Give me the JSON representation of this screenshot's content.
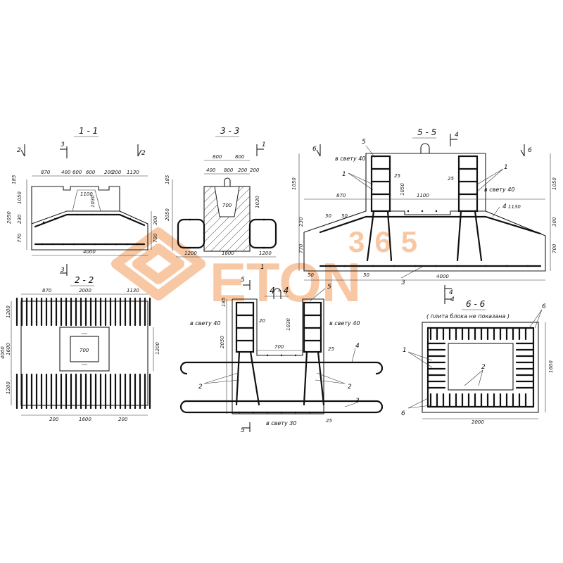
{
  "colors": {
    "ink": "#1c1c1c",
    "watermark": "#f39c5a"
  },
  "watermark": {
    "brand": "ETON",
    "digits": "365"
  },
  "sections": {
    "s11": {
      "title": "1 - 1",
      "arrow_left": "2",
      "arrow_right": "2",
      "arrow_top": "3",
      "arrow_bottom": "3",
      "top_dims": [
        "870",
        "400",
        "600",
        "600",
        "200",
        "200",
        "1130"
      ],
      "inner": [
        "1100",
        "1030"
      ],
      "left_dims": [
        "185",
        "1050",
        "2050",
        "230",
        "770"
      ],
      "right_dims": [
        "300",
        "700"
      ],
      "bottom": "4000"
    },
    "s33": {
      "title": "3 - 3",
      "arrow": "1",
      "top_dims": [
        "800",
        "800"
      ],
      "second_dims": [
        "400",
        "800",
        "200",
        "200"
      ],
      "inner": [
        "700",
        "1030"
      ],
      "left_dims": [
        "185",
        "2050"
      ],
      "bottom_dims": [
        "1200",
        "1600",
        "1200"
      ],
      "below_arrow": "1"
    },
    "s55": {
      "title": "5 - 5",
      "arrow_left": "6",
      "arrow_right": "6",
      "arrow_top": "4",
      "arrow_bottom": "4",
      "labels": [
        "5",
        "1",
        "1",
        "4",
        "3"
      ],
      "notes": [
        "в свету 40",
        "в свету 40"
      ],
      "dims": [
        "25",
        "1050",
        "25",
        "1050",
        "870",
        "1100",
        "1130",
        "50",
        "50",
        "4000",
        "230",
        "770",
        "300",
        "700",
        "1050",
        "50",
        "50"
      ]
    },
    "s22": {
      "title": "2 - 2",
      "top_dims": [
        "870",
        "2000",
        "1130"
      ],
      "left_dims": [
        "1200",
        "1600",
        "1200",
        "4000"
      ],
      "right_dim": "1200",
      "center": "700",
      "bottom_dims": [
        "200",
        "1600",
        "200"
      ]
    },
    "s44": {
      "title": "4 - 4",
      "arrow_top": "5",
      "arrow_bottom": "5",
      "labels": [
        "5",
        "2",
        "2",
        "4",
        "3"
      ],
      "notes": [
        "в свету 40",
        "в свету 40",
        "в свету 30"
      ],
      "dims": [
        "185",
        "20",
        "1030",
        "2050",
        "700",
        "25",
        "25"
      ]
    },
    "s66": {
      "title": "6 - 6",
      "arrow": "4",
      "note": "( плита блока не показана )",
      "labels": [
        "1",
        "2",
        "6",
        "6"
      ],
      "right_dim": "1600",
      "bottom_dim": "2000"
    }
  }
}
